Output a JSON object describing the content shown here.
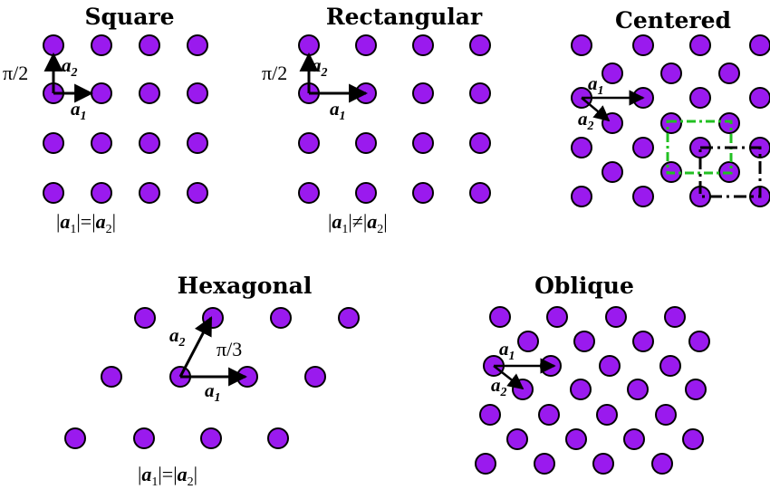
{
  "colors": {
    "atom_fill": "#9A1AEE",
    "atom_stroke": "#000000",
    "vector": "#000000",
    "primitive_cell": "#22C022",
    "conventional_cell": "#000000"
  },
  "panels": {
    "square": {
      "title": "Square",
      "angle": "π/2",
      "a1": "a",
      "a1_sub": "1",
      "a2": "a",
      "a2_sub": "2",
      "eq": {
        "left": "|",
        "v1": "a",
        "s1": "1",
        "mid": "|=|",
        "v2": "a",
        "s2": "2",
        "right": "|"
      }
    },
    "rectangular": {
      "title": "Rectangular",
      "angle": "π/2",
      "a1": "a",
      "a1_sub": "1",
      "a2": "a",
      "a2_sub": "2",
      "eq": {
        "left": "|",
        "v1": "a",
        "s1": "1",
        "mid": "|≠|",
        "v2": "a",
        "s2": "2",
        "right": "|"
      }
    },
    "centered": {
      "title": "Centered",
      "a1": "a",
      "a1_sub": "1",
      "a2": "a",
      "a2_sub": "2"
    },
    "hexagonal": {
      "title": "Hexagonal",
      "angle": "π/3",
      "a1": "a",
      "a1_sub": "1",
      "a2": "a",
      "a2_sub": "2",
      "eq": {
        "left": "|",
        "v1": "a",
        "s1": "1",
        "mid": "|=|",
        "v2": "a",
        "s2": "2",
        "right": "|"
      }
    },
    "oblique": {
      "title": "Oblique",
      "a1": "a",
      "a1_sub": "1",
      "a2": "a",
      "a2_sub": "2"
    }
  }
}
